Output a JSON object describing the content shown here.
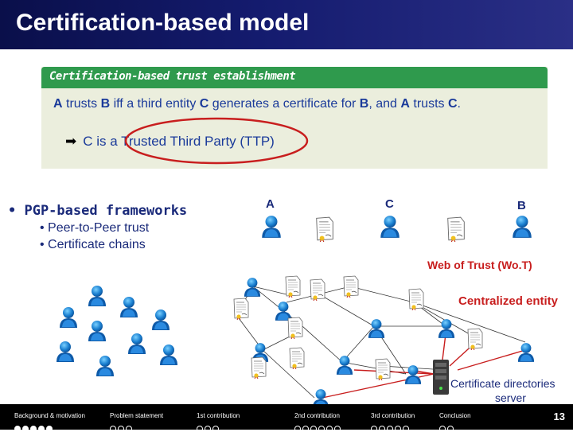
{
  "title": "Certification-based model",
  "box": {
    "heading": "Certification-based trust establishment",
    "stmt": [
      {
        "t": "A",
        "b": true
      },
      {
        "t": " trusts ",
        "b": false
      },
      {
        "t": "B",
        "b": true
      },
      {
        "t": " iff a third entity ",
        "b": false
      },
      {
        "t": "C",
        "b": true
      },
      {
        "t": " generates a certificate for ",
        "b": false
      },
      {
        "t": "B",
        "b": true
      },
      {
        "t": ", and  ",
        "b": false
      },
      {
        "t": "A",
        "b": true
      },
      {
        "t": " trusts ",
        "b": false
      },
      {
        "t": "C",
        "b": true
      },
      {
        "t": ".",
        "b": false
      }
    ],
    "ttp": "C is a Trusted Third Party (TTP)"
  },
  "pgp": {
    "heading": "• PGP-based frameworks",
    "items": [
      "•  Peer-to-Peer trust",
      "•  Certificate chains"
    ]
  },
  "labels": {
    "a": "A",
    "c": "C",
    "b": "B",
    "wot": "Web of Trust (Wo.T)",
    "central": "Centralized entity",
    "server1": "Certificate directories",
    "server2": "server"
  },
  "footer": [
    {
      "label": "Background & motivation",
      "dots": [
        1,
        1,
        1,
        1,
        1
      ]
    },
    {
      "label": "Problem statement",
      "dots": [
        0,
        0,
        0
      ]
    },
    {
      "label": "1st contribution",
      "dots": [
        0,
        0,
        0
      ]
    },
    {
      "label": "2nd contribution",
      "dots": [
        0,
        0,
        0,
        0,
        0,
        0
      ]
    },
    {
      "label": "3rd contribution",
      "dots": [
        0,
        0,
        0,
        0,
        0
      ]
    },
    {
      "label": "Conclusion",
      "dots": [
        0,
        0
      ]
    }
  ],
  "page_number": "13"
}
